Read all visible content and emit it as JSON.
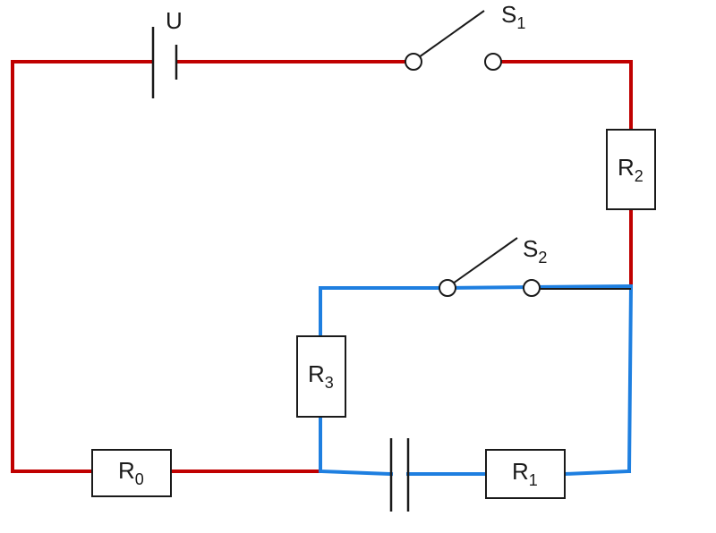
{
  "diagram": {
    "source": {
      "symbol": "U"
    },
    "switches": [
      {
        "id": "S1",
        "letter": "S",
        "sub": "1"
      },
      {
        "id": "S2",
        "letter": "S",
        "sub": "2"
      }
    ],
    "resistors": [
      {
        "id": "R0",
        "letter": "R",
        "sub": "0"
      },
      {
        "id": "R1",
        "letter": "R",
        "sub": "1"
      },
      {
        "id": "R2",
        "letter": "R",
        "sub": "2"
      },
      {
        "id": "R3",
        "letter": "R",
        "sub": "3"
      }
    ],
    "colors": {
      "main_wire": "#c00000",
      "branch_wire": "#1e7fe0",
      "component": "#1a1a1a"
    }
  }
}
